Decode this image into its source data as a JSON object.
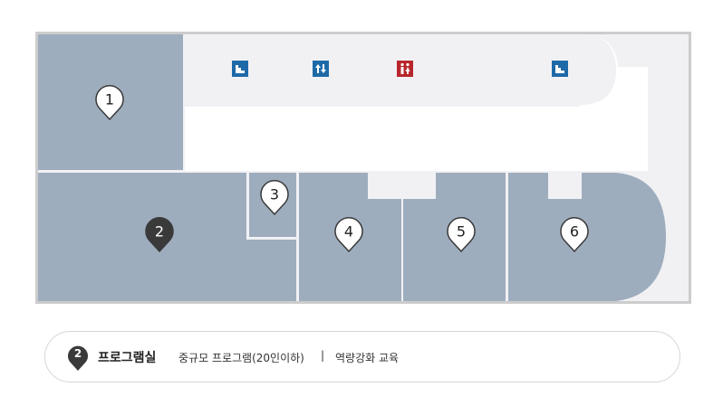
{
  "colors": {
    "room_fill": "#9eadbe",
    "corridor_fill": "#f1f1f4",
    "frame_border": "#cccccc",
    "wall": "#ffffff",
    "pin_default_fill": "#ffffff",
    "pin_default_stroke": "#3a3a3a",
    "pin_selected_fill": "#3a3a3a",
    "icon_blue": "#1e6aa8",
    "icon_red": "#b8262b"
  },
  "icons": [
    {
      "name": "stairs-icon"
    },
    {
      "name": "elevator-icon"
    },
    {
      "name": "restroom-icon"
    },
    {
      "name": "stairs-icon"
    }
  ],
  "rooms": [
    {
      "number": "1",
      "selected": false
    },
    {
      "number": "2",
      "selected": true
    },
    {
      "number": "3",
      "selected": false
    },
    {
      "number": "4",
      "selected": false
    },
    {
      "number": "5",
      "selected": false
    },
    {
      "number": "6",
      "selected": false
    }
  ],
  "legend": {
    "number": "2",
    "title": "프로그램실",
    "description": "중규모 프로그램(20인이하)",
    "separator": "|",
    "extra": "역량강화 교육"
  }
}
